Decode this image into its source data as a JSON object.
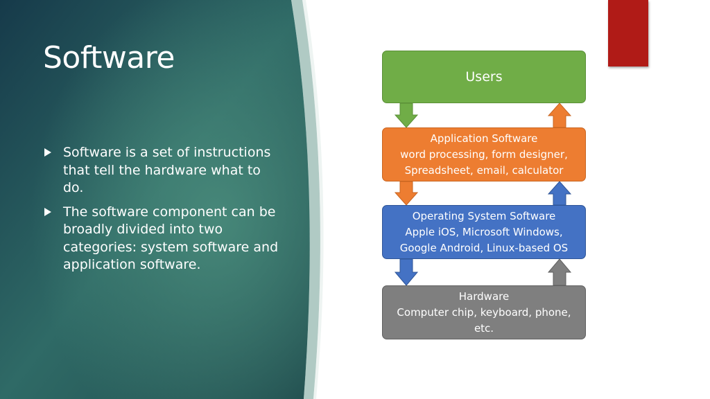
{
  "slide": {
    "title": "Software",
    "bullets": [
      "Software is a set of instructions that tell the hardware what to do.",
      "The software component can be broadly divided into two categories: system software and application software."
    ]
  },
  "diagram": {
    "users": "Users",
    "application": [
      "Application Software",
      "word processing, form designer,",
      "Spreadsheet, email, calculator"
    ],
    "os": [
      "Operating System Software",
      "Apple iOS, Microsoft Windows,",
      "Google Android, Linux-based OS"
    ],
    "hardware": [
      "Hardware",
      "Computer chip, keyboard, phone,",
      "etc."
    ]
  },
  "colors": {
    "panel_dark": "#163a4a",
    "panel_light": "#3f7f72",
    "accent_red": "#b01b17",
    "users_green": "#70ad47",
    "app_orange": "#ed7d31",
    "os_blue": "#4472c4",
    "hw_gray": "#7f7f7f"
  }
}
